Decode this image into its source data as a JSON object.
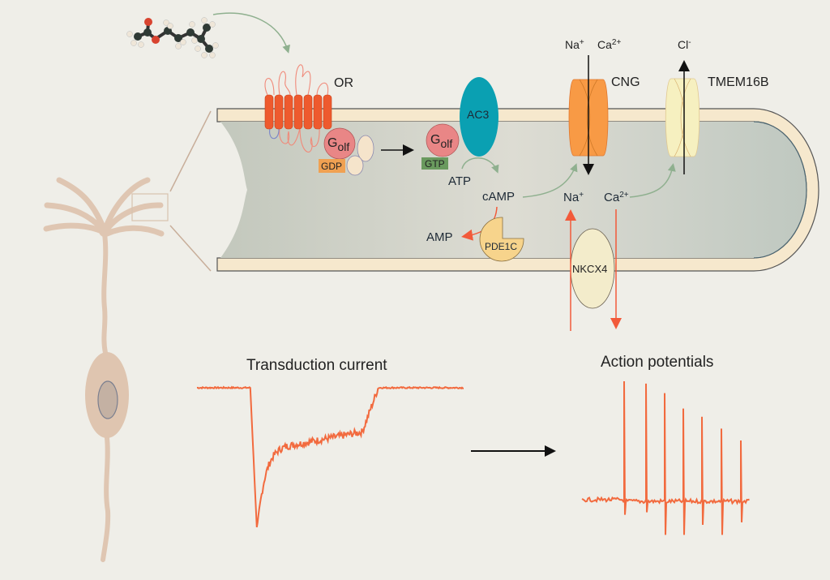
{
  "labels": {
    "or": "OR",
    "golf": "G",
    "golf_sub": "olf",
    "gdp": "GDP",
    "gtp": "GTP",
    "ac3": "AC3",
    "atp": "ATP",
    "camp": "cAMP",
    "amp": "AMP",
    "pde1c": "PDE1C",
    "cng": "CNG",
    "tmem16b": "TMEM16B",
    "na_out": "Na",
    "na_out_sup": "+",
    "ca_out": "Ca",
    "ca_out_sup": "2+",
    "cl_out": "Cl",
    "cl_out_sup": "-",
    "na_in": "Na",
    "na_in_sup": "+",
    "ca_in": "Ca",
    "ca_in_sup": "2+",
    "nkcx4": "NKCX4",
    "transduction_title": "Transduction current",
    "ap_title": "Action potentials"
  },
  "colors": {
    "background": "#efeee8",
    "membrane": "#f5e7cc",
    "cytoplasm": "#c9cdc1",
    "receptor": "#ee5a2e",
    "golf": "#e98a88",
    "gdp": "#f0a050",
    "gtp": "#6a9a5e",
    "ac3": "#0aa0b2",
    "pde1c": "#f7d48c",
    "cng": "#f79a45",
    "tmem16b": "#f5efbf",
    "nkcx4": "#f3eccb",
    "trace": "#f26a3e",
    "green_arrow": "#90b090",
    "neuron": "#dfc5b0"
  },
  "traces": {
    "transduction_current": {
      "baseline": 0,
      "peak": -1.0,
      "plateau": -0.4,
      "recovery_fraction_of_time": 0.68
    },
    "action_potentials": {
      "spike_count": 7,
      "spike_amplitudes": [
        1.0,
        0.98,
        0.9,
        0.77,
        0.7,
        0.6,
        0.5
      ],
      "afterhyperpolarization": [
        0.12,
        0.1,
        0.28,
        0.28,
        0.2,
        0.28,
        0.18
      ]
    }
  }
}
